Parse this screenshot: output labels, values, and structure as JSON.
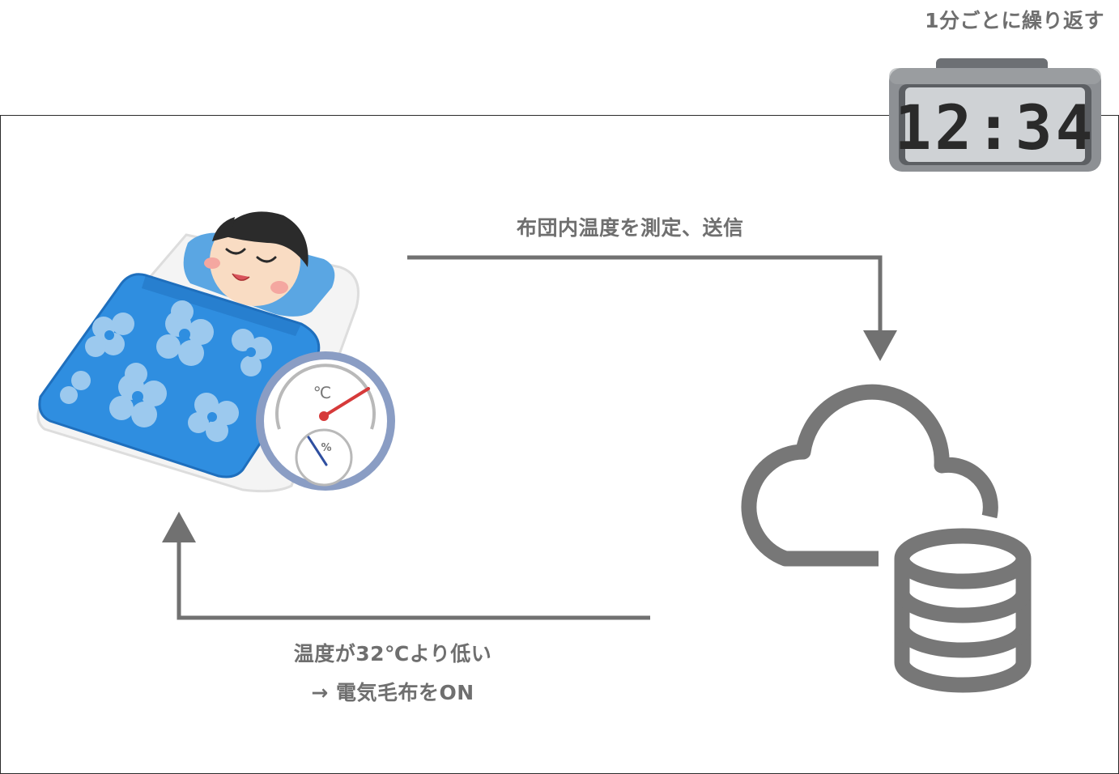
{
  "repeat_note": "1分ごとに繰り返す",
  "clock": {
    "display": "12:34"
  },
  "edges": {
    "measure_send": "布団内温度を測定、送信",
    "condition": "温度が32℃より低い",
    "action": "→ 電気毛布をON"
  },
  "thermometer": {
    "temp_unit": "℃",
    "humidity_unit": "%"
  },
  "colors": {
    "label_text": "#6f6f6f",
    "arrow": "#717171",
    "cloud_db": "#777777",
    "futon_blue": "#2f8ee0",
    "flower": "#9cc9ee",
    "clock_body": "#8d9094",
    "clock_screen": "#cfd2d5"
  }
}
